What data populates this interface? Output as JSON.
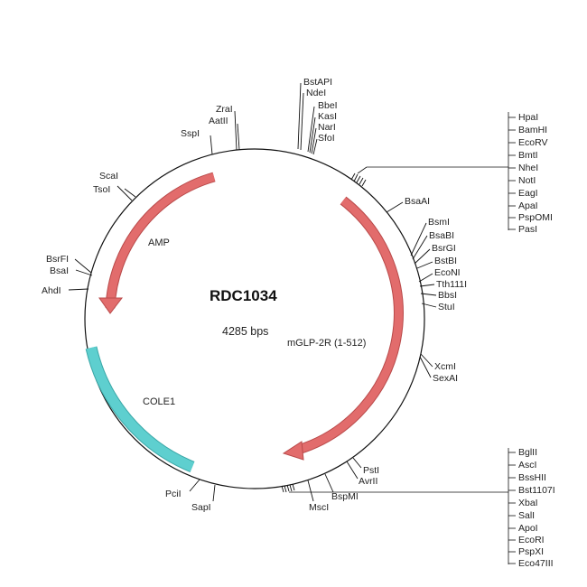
{
  "plasmid": {
    "name": "RDC1034",
    "size_label": "4285 bps"
  },
  "colors": {
    "backbone": "#111111",
    "amp": "#e26c6c",
    "mglp": "#e26c6c",
    "cole1": "#5ecfcf"
  },
  "features": {
    "amp": "AMP",
    "mglp": "mGLP-2R (1-512)",
    "cole1": "COLE1"
  },
  "sites": {
    "bstapi": "BstAPI",
    "ndei": "NdeI",
    "bbei": "BbeI",
    "kasi": "KasI",
    "nari": "NarI",
    "sfoi": "SfoI",
    "zrai": "ZraI",
    "aatii": "AatII",
    "sspi": "SspI",
    "scai": "ScaI",
    "tsoi": "TsoI",
    "bsrfi": "BsrFI",
    "bsai": "BsaI",
    "ahdi": "AhdI",
    "bsaai": "BsaAI",
    "bsmi": "BsmI",
    "bsabi": "BsaBI",
    "bsrgi": "BsrGI",
    "bstbi": "BstBI",
    "econi": "EcoNI",
    "tth111i": "Tth111I",
    "bbsi": "BbsI",
    "stui": "StuI",
    "xcmi": "XcmI",
    "sexai": "SexAI",
    "psti": "PstI",
    "avrii": "AvrII",
    "bspmi": "BspMI",
    "msci": "MscI",
    "sapi": "SapI",
    "pcii": "PciI"
  },
  "mcs_top": [
    "HpaI",
    "BamHI",
    "EcoRV",
    "BmtI",
    "NheI",
    "NotI",
    "EagI",
    "ApaI",
    "PspOMI",
    "PasI"
  ],
  "mcs_bottom": [
    "BglII",
    "AscI",
    "BssHII",
    "Bst1107I",
    "XbaI",
    "SalI",
    "ApoI",
    "EcoRI",
    "PspXI",
    "Eco47III"
  ]
}
